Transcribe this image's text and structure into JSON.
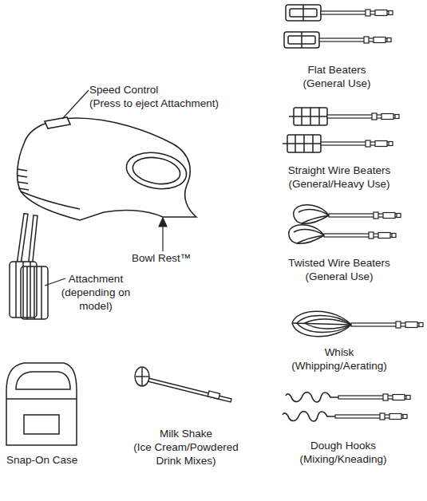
{
  "diagram": {
    "labels": [
      "Flat Beaters",
      "(General Use)",
      "Speed Control",
      "(Press to eject Attachment)",
      "Straight Wire Beaters",
      "(General/Heavy Use)",
      "Bowl Rest™",
      "Twisted Wire Beaters",
      "(General Use)",
      "Attachment",
      "(depending on model)",
      "Whisk",
      "(Whipping/Aerating)",
      "Milk Shake",
      "(Ice Cream/Powdered Drink Mixes)",
      "Snap-On Case",
      "Dough Hooks",
      "(Mixing/Kneading)"
    ]
  }
}
